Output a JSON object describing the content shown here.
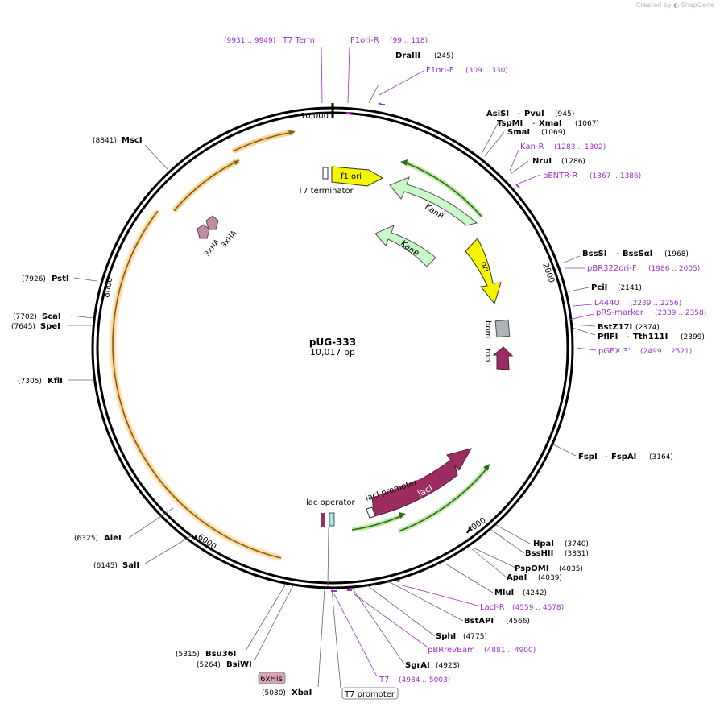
{
  "watermark": {
    "created_by": "Created by",
    "brand": "SnapGene"
  },
  "plasmid": {
    "name": "pUG-333",
    "size": "10,017 bp"
  },
  "ticks": [
    "10,000",
    "2000",
    "4000",
    "6000",
    "8000"
  ],
  "colors": {
    "enzyme": "#000000",
    "primer": "#9b30d0",
    "orf_lacI": "#9b2d62",
    "kanR": "#c8f7c8",
    "ori": "#f5f500",
    "feature_line_orange": "#f4c36b"
  },
  "enzymes": [
    {
      "name": "DraIII",
      "pos": "(245)"
    },
    {
      "name": "AsiSI",
      "name2": "PvuI",
      "pos": "(945)"
    },
    {
      "name": "TspMI",
      "name2": "XmaI",
      "pos": "(1067)"
    },
    {
      "name": "SmaI",
      "pos": "(1069)"
    },
    {
      "name": "NruI",
      "pos": "(1286)"
    },
    {
      "name": "BssSI",
      "name2": "BssSαI",
      "pos": "(1968)"
    },
    {
      "name": "PciI",
      "pos": "(2141)"
    },
    {
      "name": "BstZ17I",
      "pos": "(2374)"
    },
    {
      "name": "PflFI",
      "name2": "Tth111I",
      "pos": "(2399)"
    },
    {
      "name": "FspI",
      "name2": "FspAI",
      "pos": "(3164)"
    },
    {
      "name": "HpaI",
      "pos": "(3740)"
    },
    {
      "name": "BssHII",
      "pos": "(3831)"
    },
    {
      "name": "PspOMI",
      "pos": "(4035)"
    },
    {
      "name": "ApaI",
      "pos": "(4039)"
    },
    {
      "name": "MluI",
      "pos": "(4242)"
    },
    {
      "name": "BstAPI",
      "pos": "(4566)"
    },
    {
      "name": "SphI",
      "pos": "(4775)"
    },
    {
      "name": "SgrAI",
      "pos": "(4923)"
    },
    {
      "name": "XbaI",
      "pos": "(5030)"
    },
    {
      "name": "BsiWI",
      "pos": "(5264)"
    },
    {
      "name": "Bsu36I",
      "pos": "(5315)"
    },
    {
      "name": "SalI",
      "pos": "(6145)"
    },
    {
      "name": "AleI",
      "pos": "(6325)"
    },
    {
      "name": "KflI",
      "pos": "(7305)"
    },
    {
      "name": "SpeI",
      "pos": "(7645)"
    },
    {
      "name": "ScaI",
      "pos": "(7702)"
    },
    {
      "name": "PstI",
      "pos": "(7926)"
    },
    {
      "name": "MscI",
      "pos": "(8841)"
    }
  ],
  "primers": [
    {
      "name": "T7 Term",
      "range": "(9931 .. 9949)"
    },
    {
      "name": "F1ori-R",
      "range": "(99 .. 118)"
    },
    {
      "name": "F1ori-F",
      "range": "(309 .. 330)"
    },
    {
      "name": "Kan-R",
      "range": "(1283 .. 1302)"
    },
    {
      "name": "pENTR-R",
      "range": "(1367 .. 1386)"
    },
    {
      "name": "pBR322ori-F",
      "range": "(1986 .. 2005)"
    },
    {
      "name": "L4440",
      "range": "(2239 .. 2256)"
    },
    {
      "name": "pRS-marker",
      "range": "(2339 .. 2358)"
    },
    {
      "name": "pGEX 3'",
      "range": "(2499 .. 2521)"
    },
    {
      "name": "LacI-R",
      "range": "(4559 .. 4578)"
    },
    {
      "name": "pBRrevBam",
      "range": "(4881 .. 4900)"
    },
    {
      "name": "T7",
      "range": "(4984 .. 5003)"
    }
  ],
  "features": {
    "f1_ori": "f1 ori",
    "t7_terminator": "T7 terminator",
    "kanR_1": "KanR",
    "kanR_2": "KanR",
    "ori": "ori",
    "bom": "bom",
    "rop": "rop",
    "ha_1": "3xHA",
    "ha_2": "3xHA",
    "lacI": "lacI",
    "lacI_promoter": "lacI promoter",
    "lac_operator": "lac operator",
    "his_tag": "6xHis",
    "t7_promoter": "T7 promoter"
  }
}
